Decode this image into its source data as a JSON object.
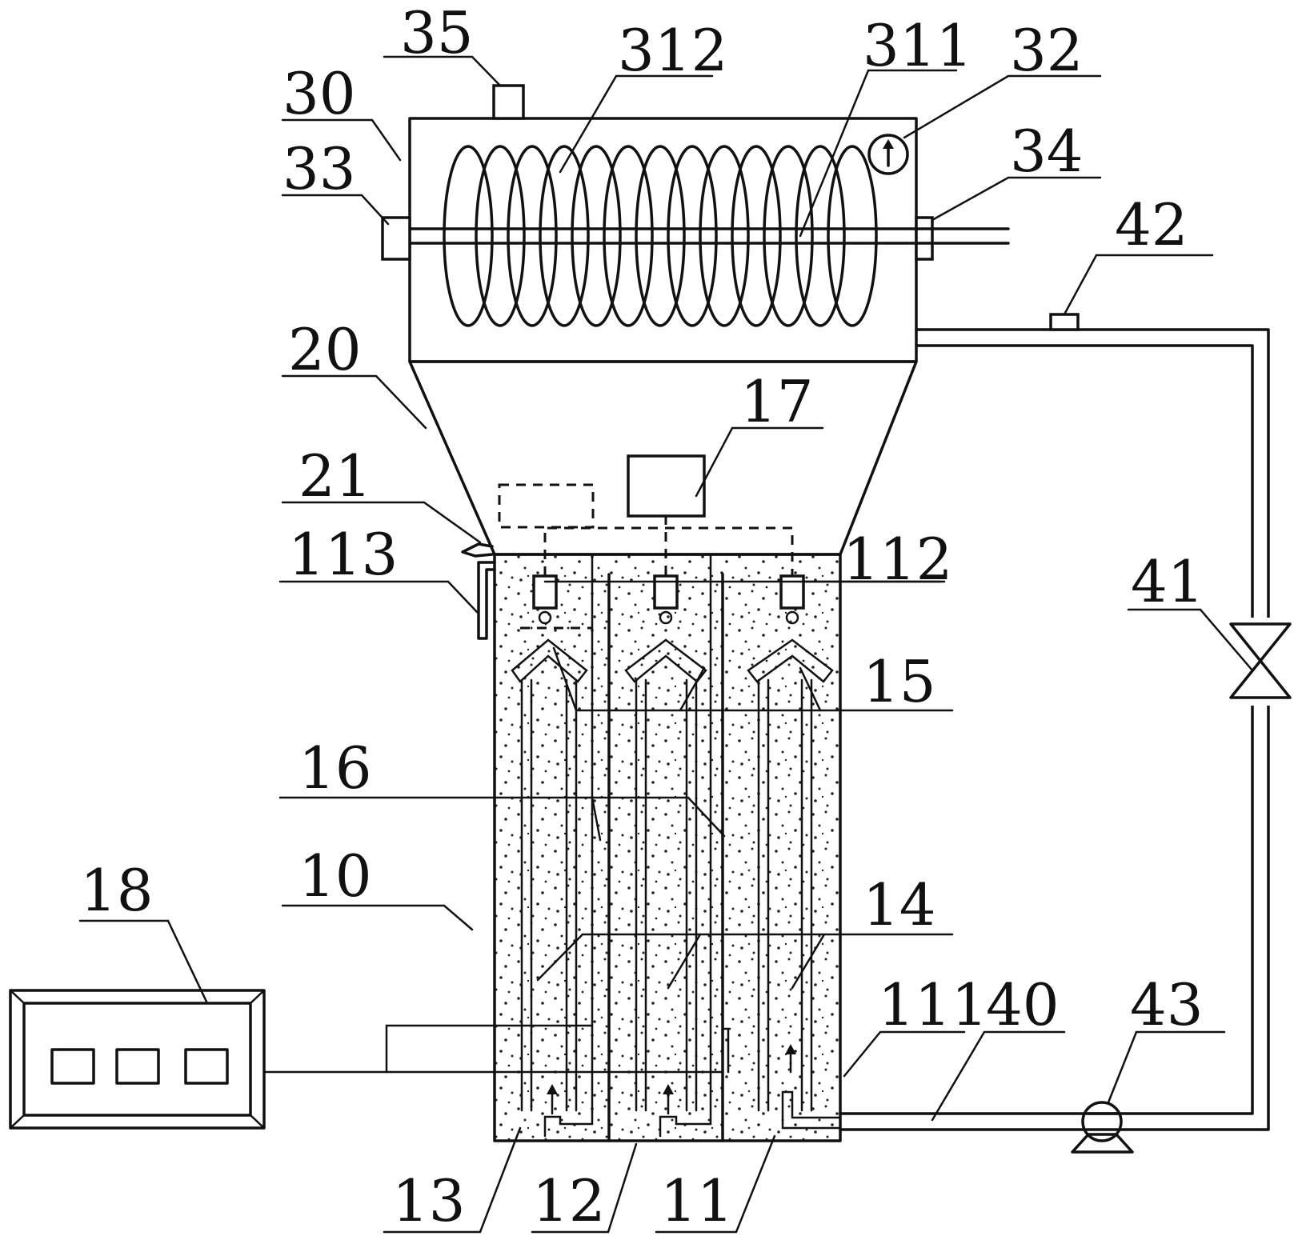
{
  "labels": {
    "l35": "35",
    "l312": "312",
    "l311": "311",
    "l32": "32",
    "l30": "30",
    "l33": "33",
    "l34": "34",
    "l42": "42",
    "l20": "20",
    "l17": "17",
    "l21": "21",
    "l113": "113",
    "l112": "112",
    "l41": "41",
    "l15": "15",
    "l16": "16",
    "l10": "10",
    "l14": "14",
    "l18": "18",
    "l111": "111",
    "l40": "40",
    "l43": "43",
    "l13": "13",
    "l12": "12",
    "l11": "11"
  }
}
